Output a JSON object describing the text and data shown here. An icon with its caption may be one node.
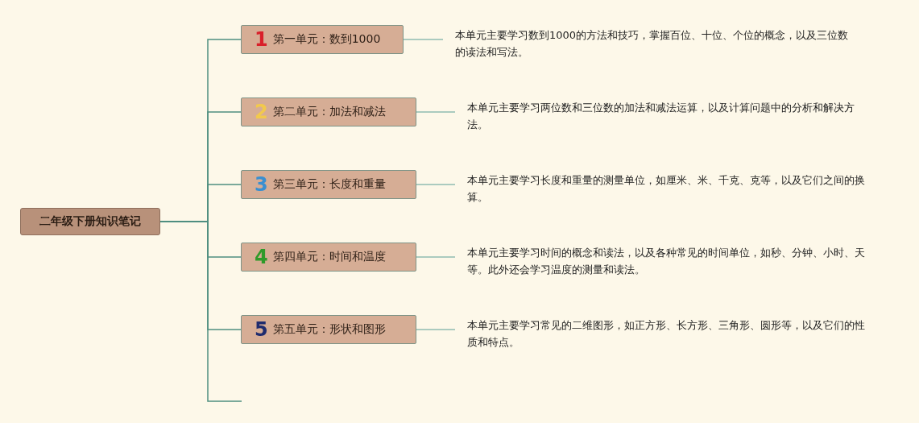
{
  "diagram": {
    "nodes": [
      {
        "text": [
          "二年级下册知识笔记"
        ]
      },
      {
        "text": [
          "1",
          "第一单元：数到1000"
        ]
      },
      {
        "text": [
          "本单元主要学习数到1000的方法和技巧，掌握百位、十位、个位的概念，以及三位数的读法和写法。"
        ]
      },
      {
        "text": [
          "2",
          "第二单元：加法和减法"
        ]
      },
      {
        "text": [
          "本单元主要学习两位数和三位数的加法和减法运算，以及计算问题中的分析和解决方法。"
        ]
      },
      {
        "text": [
          "3",
          "第三单元：长度和重量"
        ]
      },
      {
        "text": [
          "本单元主要学习长度和重量的测量单位，如厘米、米、千克、克等，以及它们之间的换算。"
        ]
      },
      {
        "text": [
          "4",
          "第四单元：时间和温度"
        ]
      },
      {
        "text": [
          "本单元主要学习时间的概念和读法，以及各种常见的时间单位，如秒、分钟、小时、天等。此外还会学习温度的测量和读法。"
        ]
      },
      {
        "text": [
          "5",
          "第五单元：形状和图形"
        ]
      },
      {
        "text": [
          "本单元主要学习常见的二维图形，如正方形、长方形、三角形、圆形等，以及它们的性质和特点。"
        ]
      }
    ],
    "edges": [
      {
        "from": 0,
        "to": 1,
        "arrow": "none"
      },
      {
        "from": 1,
        "to": 2,
        "arrow": "none"
      },
      {
        "from": 0,
        "to": 3,
        "arrow": "none"
      },
      {
        "from": 3,
        "to": 4,
        "arrow": "none"
      },
      {
        "from": 0,
        "to": 5,
        "arrow": "none"
      },
      {
        "from": 5,
        "to": 6,
        "arrow": "none"
      },
      {
        "from": 0,
        "to": 7,
        "arrow": "none"
      },
      {
        "from": 7,
        "to": 8,
        "arrow": "none"
      },
      {
        "from": 0,
        "to": 9,
        "arrow": "none"
      },
      {
        "from": 9,
        "to": 10,
        "arrow": "none"
      },
      {
        "from": 0,
        "to": null,
        "arrow": "none"
      }
    ]
  }
}
